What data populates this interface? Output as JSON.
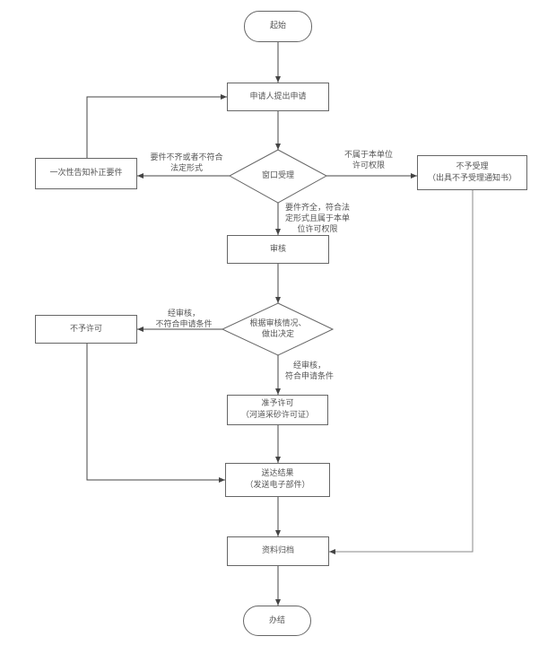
{
  "diagram": {
    "type": "flowchart",
    "colors": {
      "stroke": "#666666",
      "text": "#555555",
      "background": "#ffffff",
      "archive_line": "#999999"
    },
    "nodes": {
      "start": {
        "shape": "terminal",
        "lines": [
          "起始"
        ]
      },
      "apply": {
        "shape": "process",
        "lines": [
          "申请人提出申请"
        ]
      },
      "window": {
        "shape": "decision",
        "lines": [
          "窗口受理"
        ]
      },
      "supplement": {
        "shape": "process",
        "lines": [
          "一次性告知补正要件"
        ]
      },
      "reject_accept": {
        "shape": "process",
        "lines": [
          "不予受理",
          "（出具不予受理通知书）"
        ]
      },
      "review": {
        "shape": "process",
        "lines": [
          "审核"
        ]
      },
      "decide": {
        "shape": "decision",
        "lines": [
          "根据审核情况、",
          "做出决定"
        ]
      },
      "deny": {
        "shape": "process",
        "lines": [
          "不予许可"
        ]
      },
      "grant": {
        "shape": "process",
        "lines": [
          "准予许可",
          "（河道采砂许可证）"
        ]
      },
      "deliver": {
        "shape": "process",
        "lines": [
          "送达结果",
          "（发送电子部件）"
        ]
      },
      "archive": {
        "shape": "process",
        "lines": [
          "资料归档"
        ]
      },
      "end": {
        "shape": "terminal",
        "lines": [
          "办结"
        ]
      }
    },
    "edges": [
      {
        "from": "start",
        "to": "apply",
        "label": []
      },
      {
        "from": "apply",
        "to": "window",
        "label": []
      },
      {
        "from": "window",
        "to": "supplement",
        "label": [
          "要件不齐或者不符合",
          "法定形式"
        ]
      },
      {
        "from": "supplement",
        "to": "apply",
        "label": []
      },
      {
        "from": "window",
        "to": "reject_accept",
        "label": [
          "不属于本单位",
          "许可权限"
        ]
      },
      {
        "from": "window",
        "to": "review",
        "label": [
          "要件齐全，符合法",
          "定形式且属于本单",
          "位许可权限"
        ]
      },
      {
        "from": "review",
        "to": "decide",
        "label": []
      },
      {
        "from": "decide",
        "to": "deny",
        "label": [
          "经审核，",
          "不符合申请条件"
        ]
      },
      {
        "from": "decide",
        "to": "grant",
        "label": [
          "经审核，",
          "符合申请条件"
        ]
      },
      {
        "from": "deny",
        "to": "deliver",
        "label": []
      },
      {
        "from": "grant",
        "to": "deliver",
        "label": []
      },
      {
        "from": "deliver",
        "to": "archive",
        "label": []
      },
      {
        "from": "reject_accept",
        "to": "archive",
        "label": []
      },
      {
        "from": "archive",
        "to": "end",
        "label": []
      }
    ]
  }
}
